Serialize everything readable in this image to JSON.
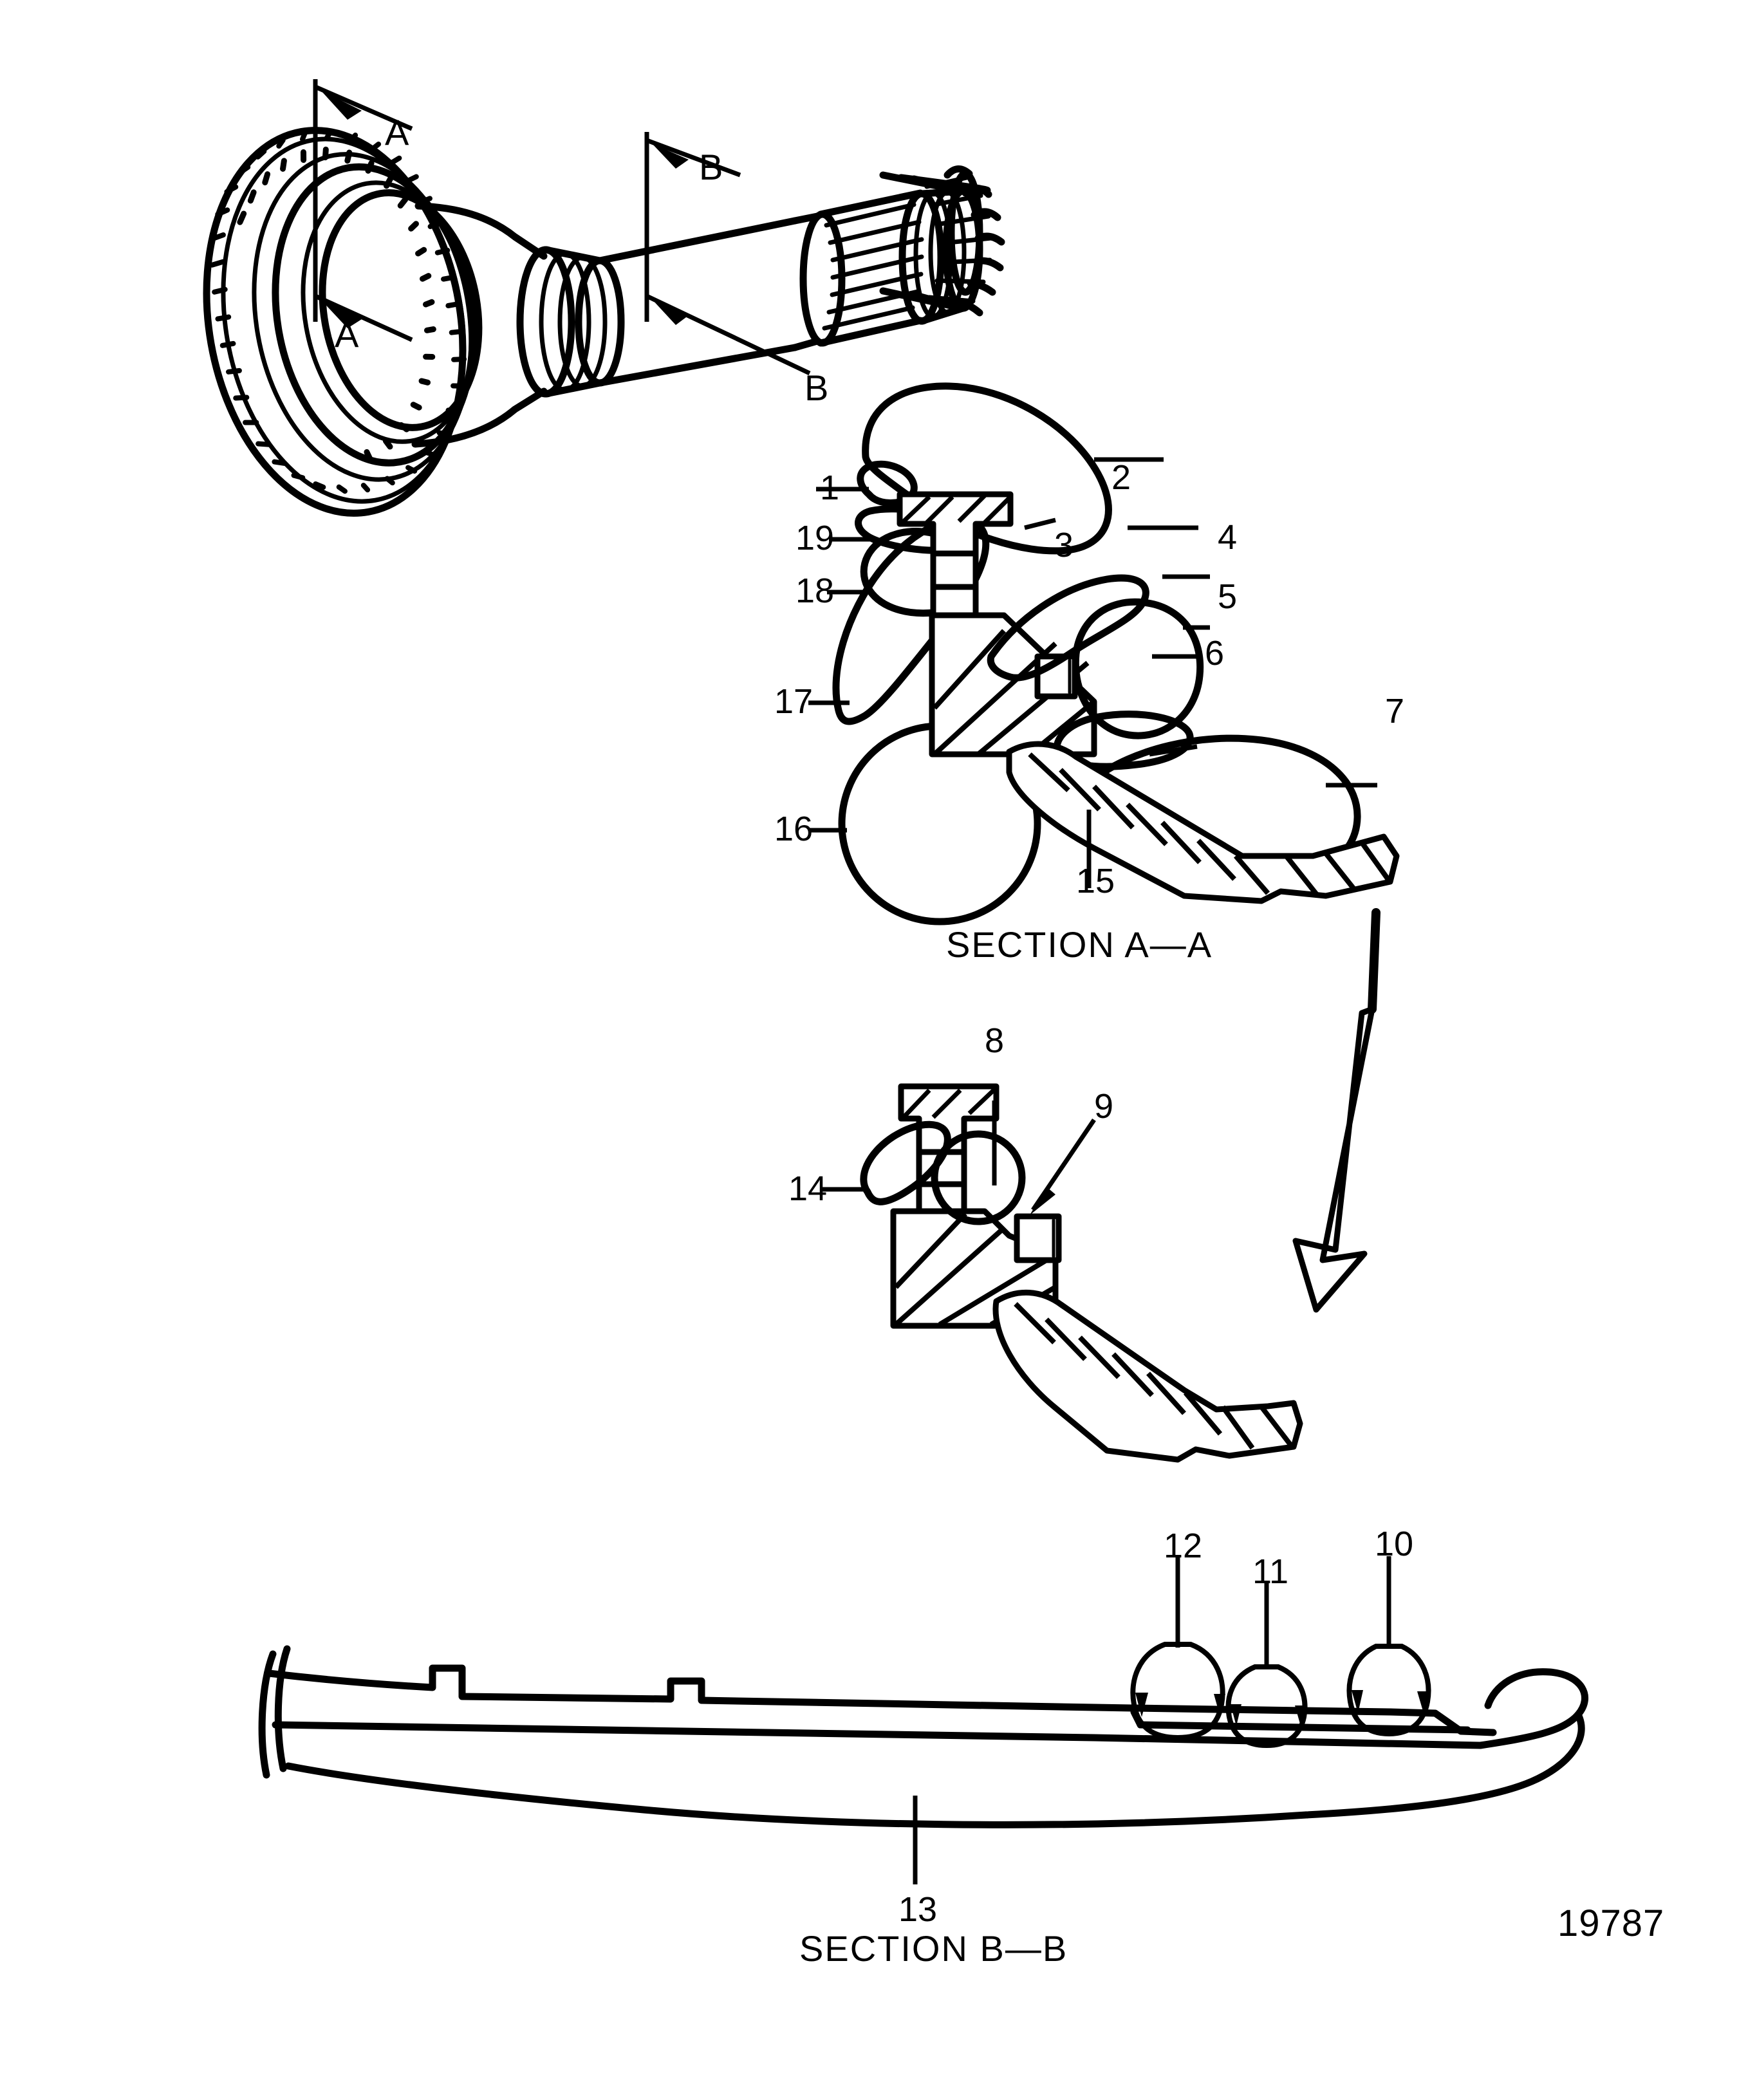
{
  "drawing": {
    "number": "19787",
    "section_aa_caption": "SECTION A—A",
    "section_bb_caption": "SECTION B—B"
  },
  "section_marks": {
    "a_top": "A",
    "a_bottom": "A",
    "b_top": "B",
    "b_bottom": "B"
  },
  "callouts": {
    "c1": "1",
    "c2": "2",
    "c3": "3",
    "c4": "4",
    "c5": "5",
    "c6": "6",
    "c7": "7",
    "c8": "8",
    "c9": "9",
    "c10": "10",
    "c11": "11",
    "c12": "12",
    "c13": "13",
    "c14": "14",
    "c15": "15",
    "c16": "16",
    "c17": "17",
    "c18": "18",
    "c19": "19"
  },
  "colors": {
    "line": "#000000",
    "background": "#ffffff"
  }
}
